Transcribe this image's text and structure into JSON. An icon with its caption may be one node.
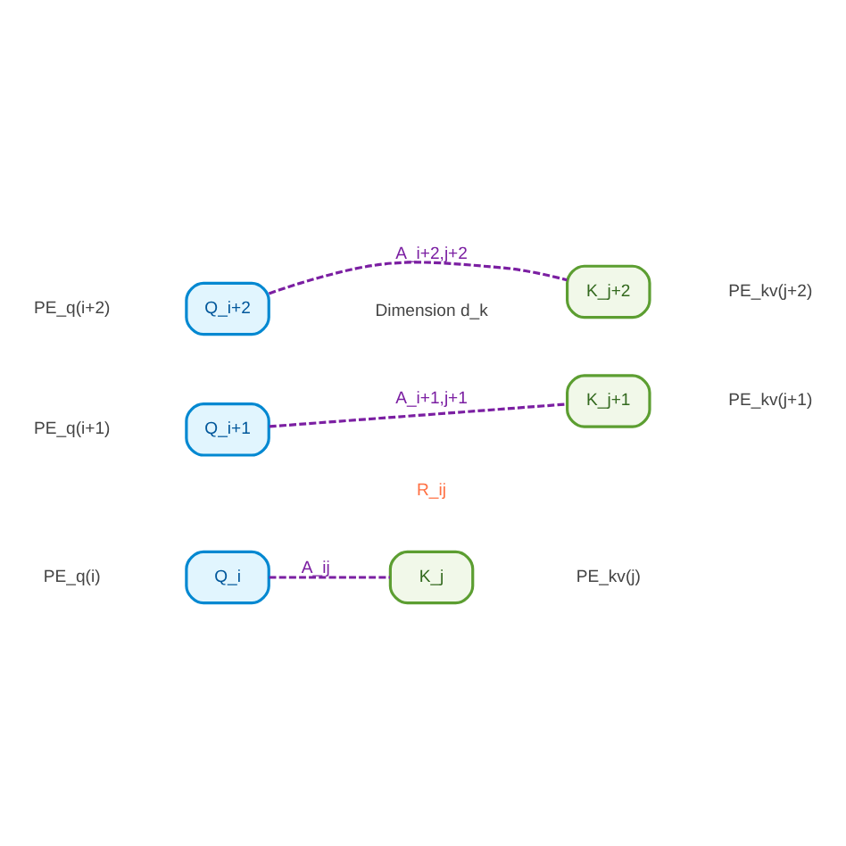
{
  "diagram": {
    "nodes": [
      {
        "text": [
          "Q_i"
        ]
      },
      {
        "text": [
          "Q_i+1"
        ]
      },
      {
        "text": [
          "Q_i+2"
        ]
      },
      {
        "text": [
          "K_j"
        ]
      },
      {
        "text": [
          "K_j+1"
        ]
      },
      {
        "text": [
          "K_j+2"
        ]
      }
    ],
    "edges": [
      {
        "from": 0,
        "to": 3,
        "arrow": "none",
        "label": "A_ij",
        "style": "dashed"
      },
      {
        "from": 1,
        "to": 4,
        "arrow": "none",
        "label": "A_i+1,j+1",
        "style": "dashed"
      },
      {
        "from": 2,
        "to": 5,
        "arrow": "none",
        "label": "A_i+2,j+2",
        "style": "dashed"
      }
    ],
    "labels": [
      "PE_q(i)",
      "PE_kv(j)",
      "R_ij",
      "PE_q(i+1)",
      "PE_kv(j+1)",
      "PE_q(i+2)",
      "PE_kv(j+2)",
      "Dimension d_k"
    ]
  }
}
